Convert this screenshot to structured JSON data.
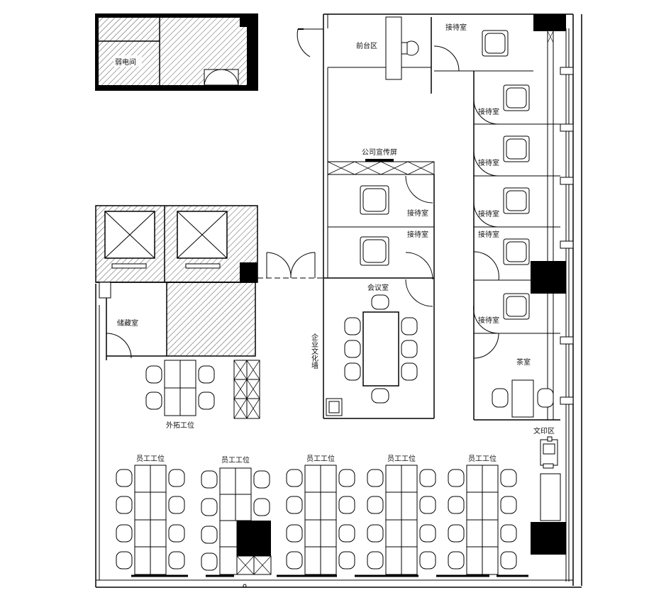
{
  "plan": {
    "rooms": {
      "weak_current": "弱电间",
      "reception": "前台区",
      "reception_room_top": "接待室",
      "reception_right_1": "接待室",
      "reception_right_2": "接待室",
      "reception_right_3": "接待室",
      "reception_right_4": "接待室",
      "reception_right_5": "接待室",
      "promo_screen": "公司宣传屏",
      "reception_mid_1": "接待室",
      "reception_mid_2": "接待室",
      "meeting_room": "会议室",
      "culture_wall": "企业文化墙",
      "storage": "储藏室",
      "outreach_station": "外拓工位",
      "tea_room": "茶室",
      "print_area": "文印区",
      "staff_station_1": "员工工位",
      "staff_station_2": "员工工位",
      "staff_station_3": "员工工位",
      "staff_station_4": "员工工位",
      "staff_station_5": "员工工位"
    },
    "colors": {
      "wall": "#000000",
      "line": "#111111",
      "hatch": "#555555",
      "background": "#ffffff"
    }
  }
}
